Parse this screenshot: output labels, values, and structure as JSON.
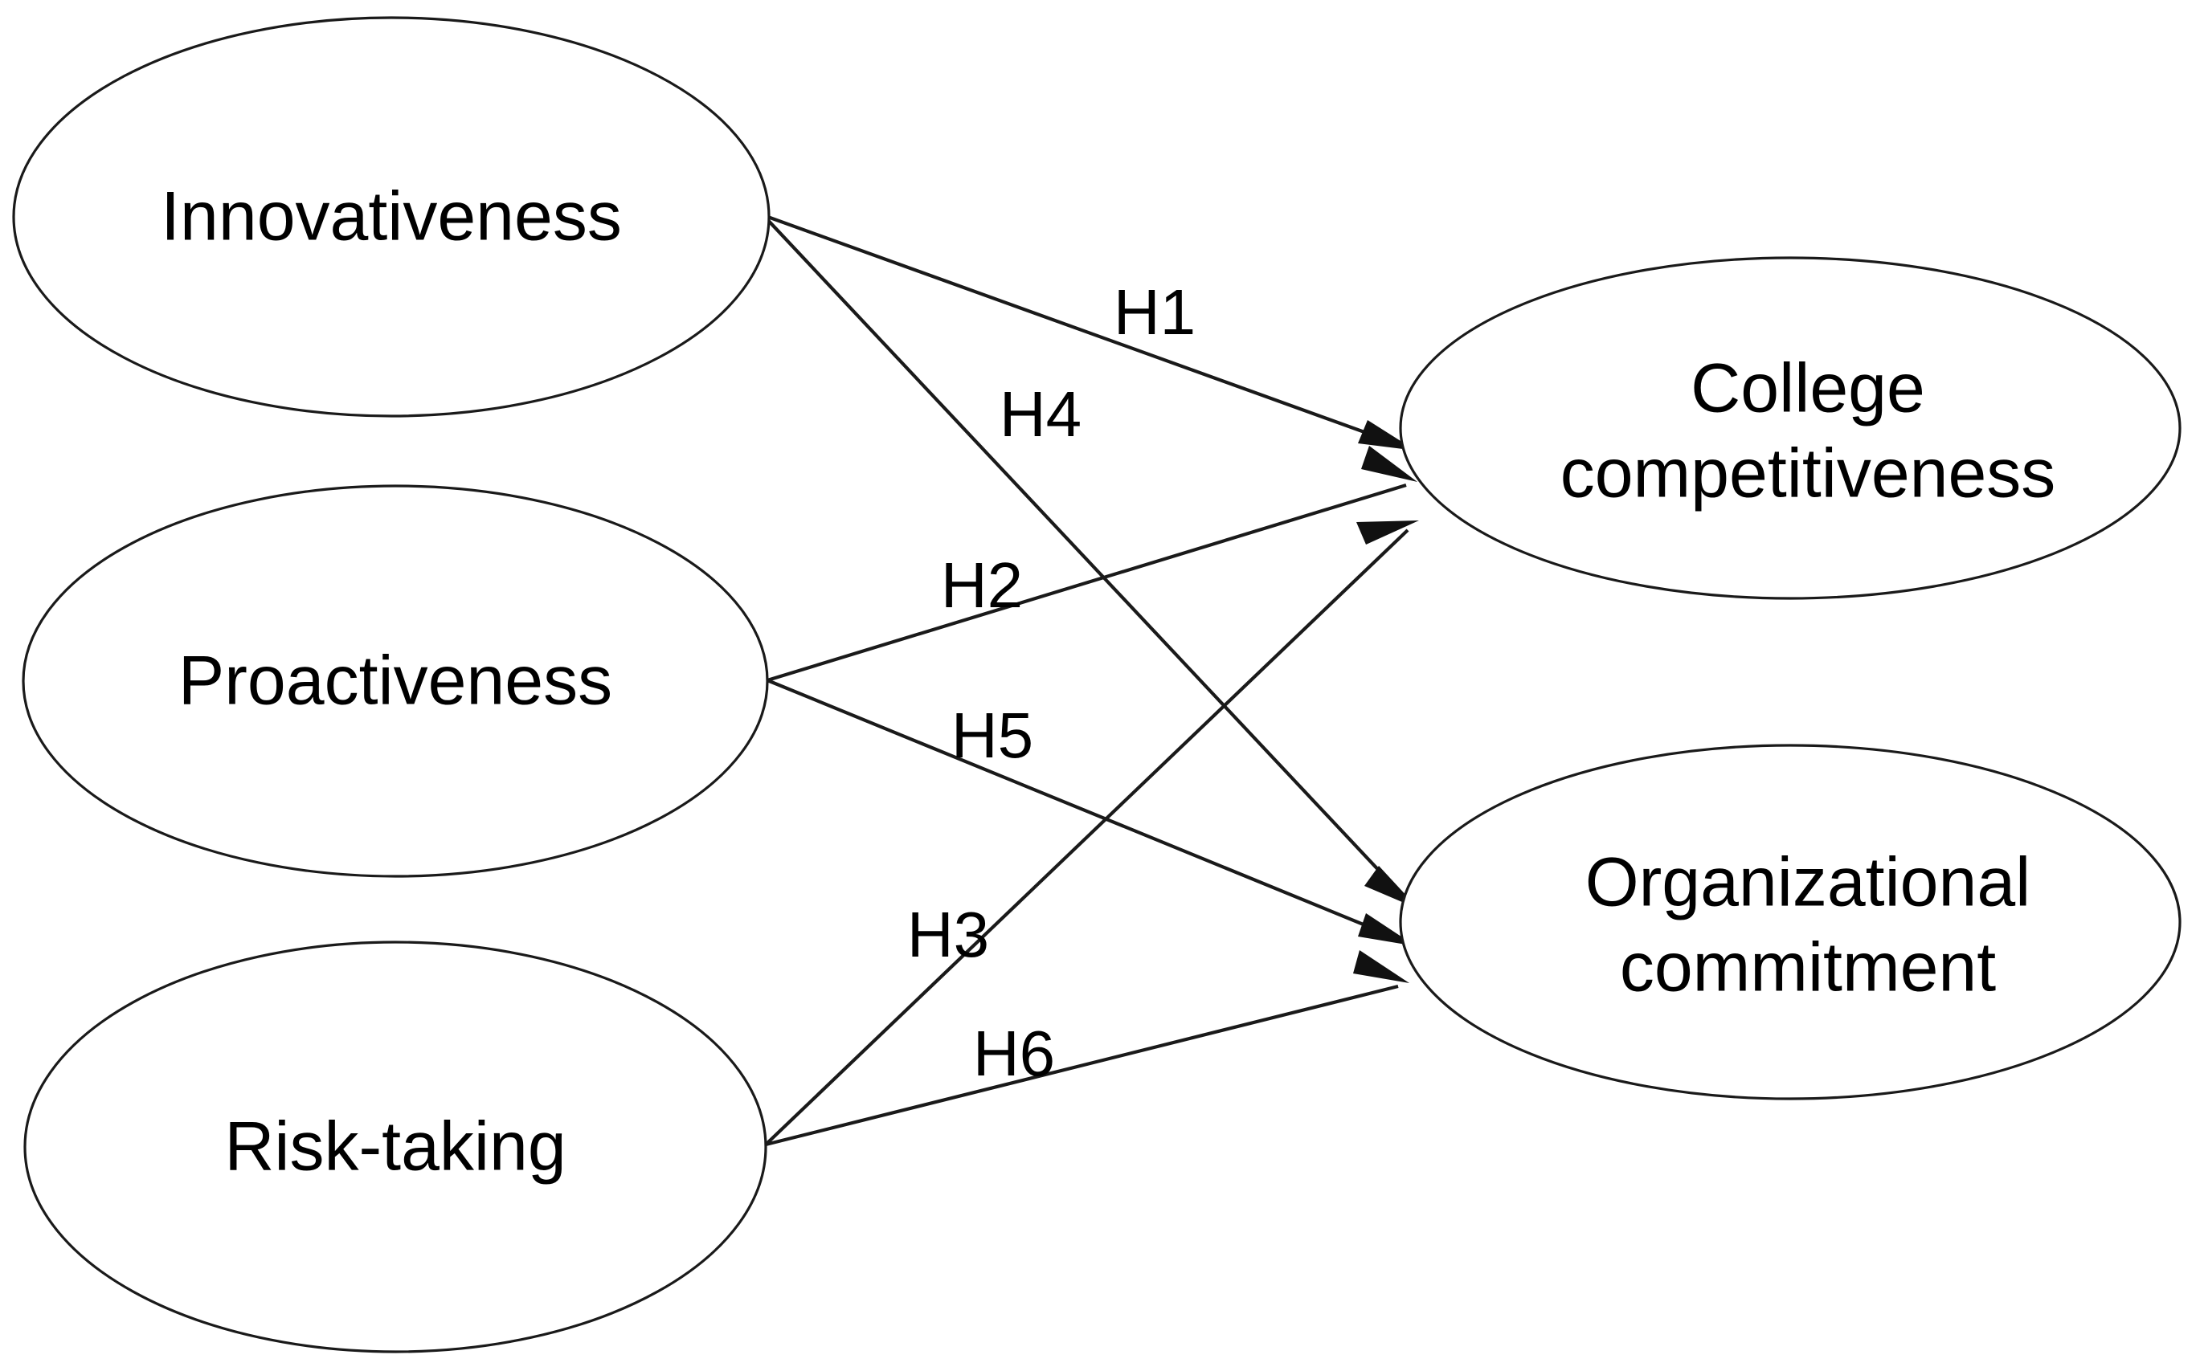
{
  "diagram": {
    "type": "conceptual-research-model",
    "title": "",
    "background_color": "#ffffff",
    "line_color": "#1a1a1a",
    "text_color": "#000000",
    "independent_nodes": [
      {
        "id": "innovativeness",
        "label": "Innovativeness",
        "lines": [
          "Innovativeness"
        ]
      },
      {
        "id": "proactiveness",
        "label": "Proactiveness",
        "lines": [
          "Proactiveness"
        ]
      },
      {
        "id": "risk-taking",
        "label": "Risk-taking",
        "lines": [
          "Risk-taking"
        ]
      }
    ],
    "dependent_nodes": [
      {
        "id": "college-competitiveness",
        "label": "College competitiveness",
        "lines": [
          "College",
          "competitiveness"
        ]
      },
      {
        "id": "organizational-commitment",
        "label": "Organizational commitment",
        "lines": [
          "Organizational",
          "commitment"
        ]
      }
    ],
    "hypotheses": [
      {
        "id": "H1",
        "label": "H1",
        "from": "Innovativeness",
        "to": "College competitiveness"
      },
      {
        "id": "H2",
        "label": "H2",
        "from": "Proactiveness",
        "to": "College competitiveness"
      },
      {
        "id": "H3",
        "label": "H3",
        "from": "Risk-taking",
        "to": "College competitiveness"
      },
      {
        "id": "H4",
        "label": "H4",
        "from": "Innovativeness",
        "to": "Organizational commitment"
      },
      {
        "id": "H5",
        "label": "H5",
        "from": "Proactiveness",
        "to": "Organizational commitment"
      },
      {
        "id": "H6",
        "label": "H6",
        "from": "Risk-taking",
        "to": "Organizational commitment"
      }
    ]
  },
  "chart_data": {
    "type": "diagram",
    "title": "",
    "nodes": [
      "Innovativeness",
      "Proactiveness",
      "Risk-taking",
      "College competitiveness",
      "Organizational commitment"
    ],
    "edges": [
      {
        "label": "H1",
        "source": "Innovativeness",
        "target": "College competitiveness"
      },
      {
        "label": "H4",
        "source": "Innovativeness",
        "target": "Organizational commitment"
      },
      {
        "label": "H2",
        "source": "Proactiveness",
        "target": "College competitiveness"
      },
      {
        "label": "H5",
        "source": "Proactiveness",
        "target": "Organizational commitment"
      },
      {
        "label": "H3",
        "source": "Risk-taking",
        "target": "College competitiveness"
      },
      {
        "label": "H6",
        "source": "Risk-taking",
        "target": "Organizational commitment"
      }
    ]
  }
}
